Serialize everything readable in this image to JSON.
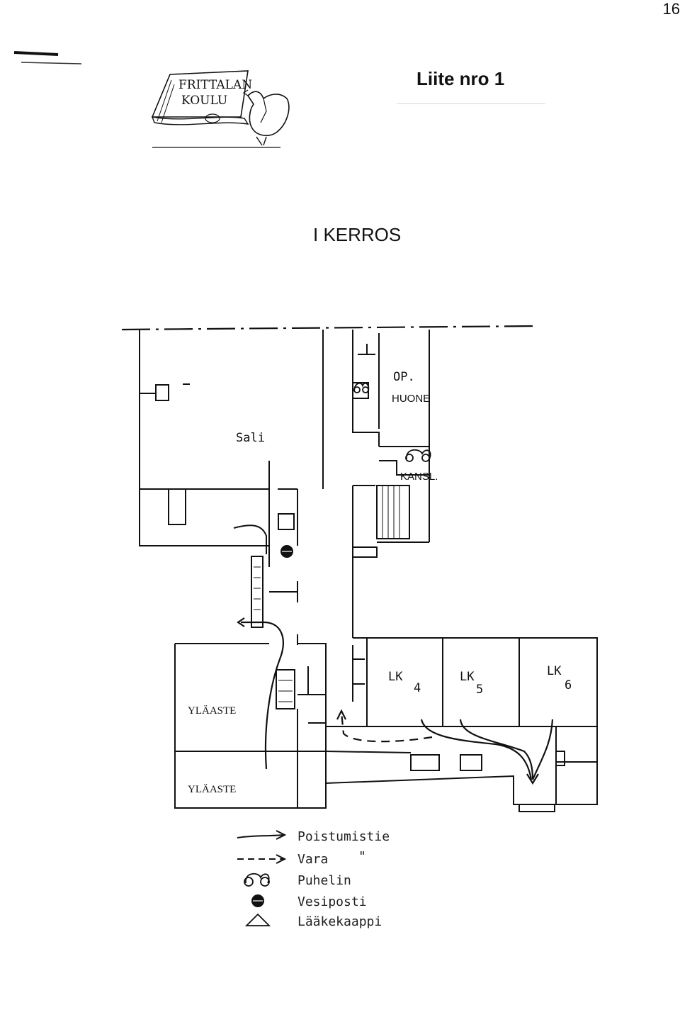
{
  "page_number": "16",
  "appendix_label": "Liite nro 1",
  "logo": {
    "line1": "FRITTALAN",
    "line2": "KOULU"
  },
  "floor_title": "I KERROS",
  "rooms": {
    "sali": "Sali",
    "op": "OP.",
    "huone": "HUONE",
    "kansl": "KANSL.",
    "lk4": "LK",
    "lk4_num": "4",
    "lk5": "LK",
    "lk5_num": "5",
    "lk6": "LK",
    "lk6_num": "6",
    "ylaaste_upper": "YLÄASTE",
    "ylaaste_lower": "YLÄASTE"
  },
  "legend": {
    "exit_route": "Poistumistie",
    "reserve_route": "Vara",
    "reserve_ditto": "\"",
    "phone": "Puhelin",
    "hydrant": "Vesiposti",
    "first_aid": "Lääkekaappi"
  },
  "icons": [
    "phone-icon",
    "hydrant-icon",
    "first-aid-icon",
    "arrow-icon",
    "dashed-arrow-icon",
    "rooster-icon",
    "book-icon"
  ]
}
